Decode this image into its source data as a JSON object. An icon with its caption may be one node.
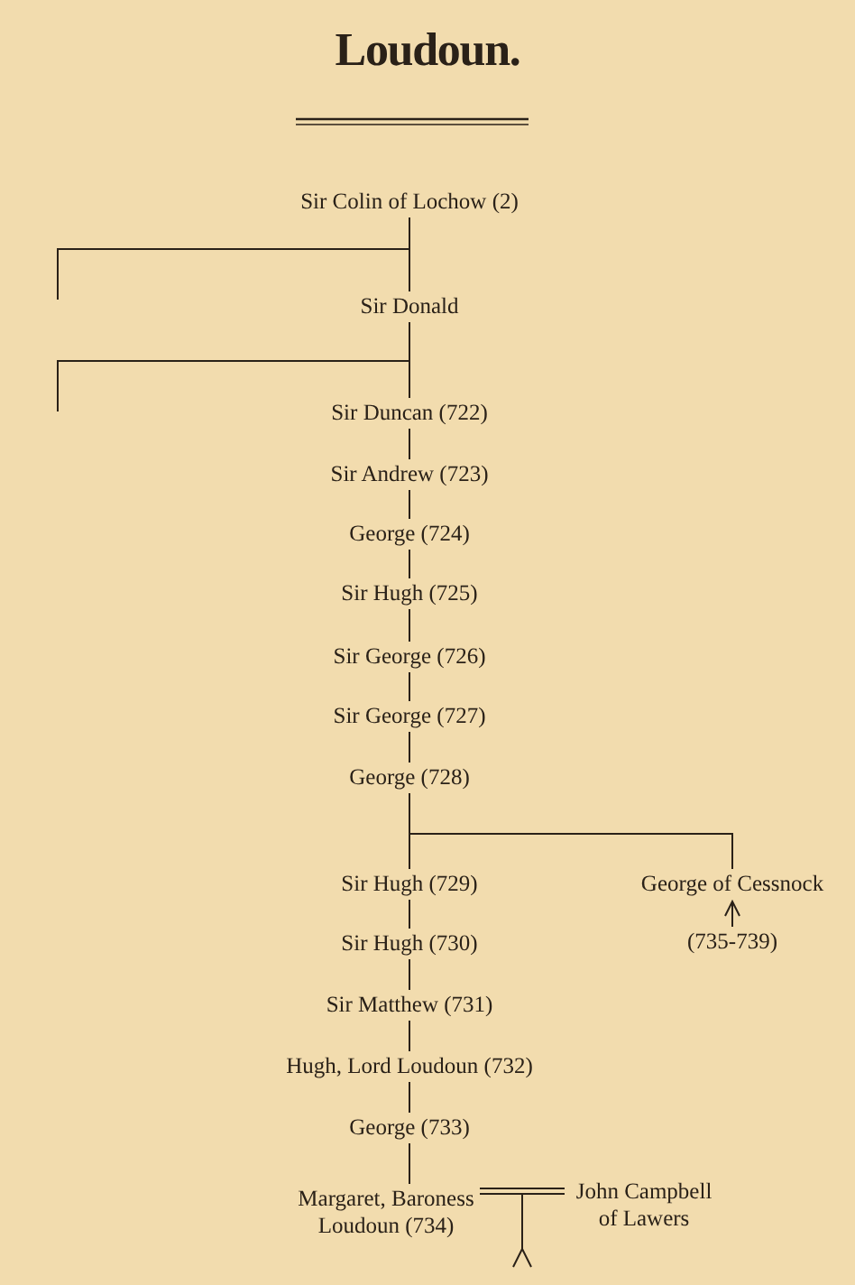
{
  "diagram": {
    "title": "Loudoun.",
    "nodes": [
      {
        "text": [
          "Sir Colin of Lochow (2)"
        ]
      },
      {
        "text": [
          "Sir Donald"
        ]
      },
      {
        "text": [
          "Sir Duncan (722)"
        ]
      },
      {
        "text": [
          "Sir Andrew (723)"
        ]
      },
      {
        "text": [
          "George (724)"
        ]
      },
      {
        "text": [
          "Sir Hugh (725)"
        ]
      },
      {
        "text": [
          "Sir George (726)"
        ]
      },
      {
        "text": [
          "Sir George (727)"
        ]
      },
      {
        "text": [
          "George (728)"
        ]
      },
      {
        "text": [
          "Sir Hugh (729)"
        ]
      },
      {
        "text": [
          "George of Cessnock"
        ]
      },
      {
        "text": [
          "(735-739)"
        ]
      },
      {
        "text": [
          "Sir Hugh (730)"
        ]
      },
      {
        "text": [
          "Sir Matthew (731)"
        ]
      },
      {
        "text": [
          "Hugh, Lord Loudoun (732)"
        ]
      },
      {
        "text": [
          "George (733)"
        ]
      },
      {
        "text": [
          "Margaret, Baroness Loudoun (734)"
        ]
      },
      {
        "text": [
          "John Campbell of Lawers"
        ]
      }
    ],
    "edges": [
      {
        "from": 0,
        "to": 1,
        "arrow": "none"
      },
      {
        "from": 0,
        "to": null,
        "arrow": "none"
      },
      {
        "from": 1,
        "to": 2,
        "arrow": "none"
      },
      {
        "from": 1,
        "to": null,
        "arrow": "none"
      },
      {
        "from": 2,
        "to": 3,
        "arrow": "none"
      },
      {
        "from": 3,
        "to": 4,
        "arrow": "none"
      },
      {
        "from": 4,
        "to": 5,
        "arrow": "none"
      },
      {
        "from": 5,
        "to": 6,
        "arrow": "none"
      },
      {
        "from": 6,
        "to": 7,
        "arrow": "none"
      },
      {
        "from": 7,
        "to": 8,
        "arrow": "none"
      },
      {
        "from": 8,
        "to": 9,
        "arrow": "none"
      },
      {
        "from": 8,
        "to": 10,
        "arrow": "none"
      },
      {
        "from": 9,
        "to": 12,
        "arrow": "none"
      },
      {
        "from": 12,
        "to": 13,
        "arrow": "none"
      },
      {
        "from": 13,
        "to": 14,
        "arrow": "none"
      },
      {
        "from": 14,
        "to": 15,
        "arrow": "none"
      },
      {
        "from": 15,
        "to": 16,
        "arrow": "none"
      },
      {
        "from": 16,
        "to": 17,
        "arrow": "none"
      },
      {
        "from": 11,
        "to": 10,
        "arrow": "to"
      }
    ]
  }
}
